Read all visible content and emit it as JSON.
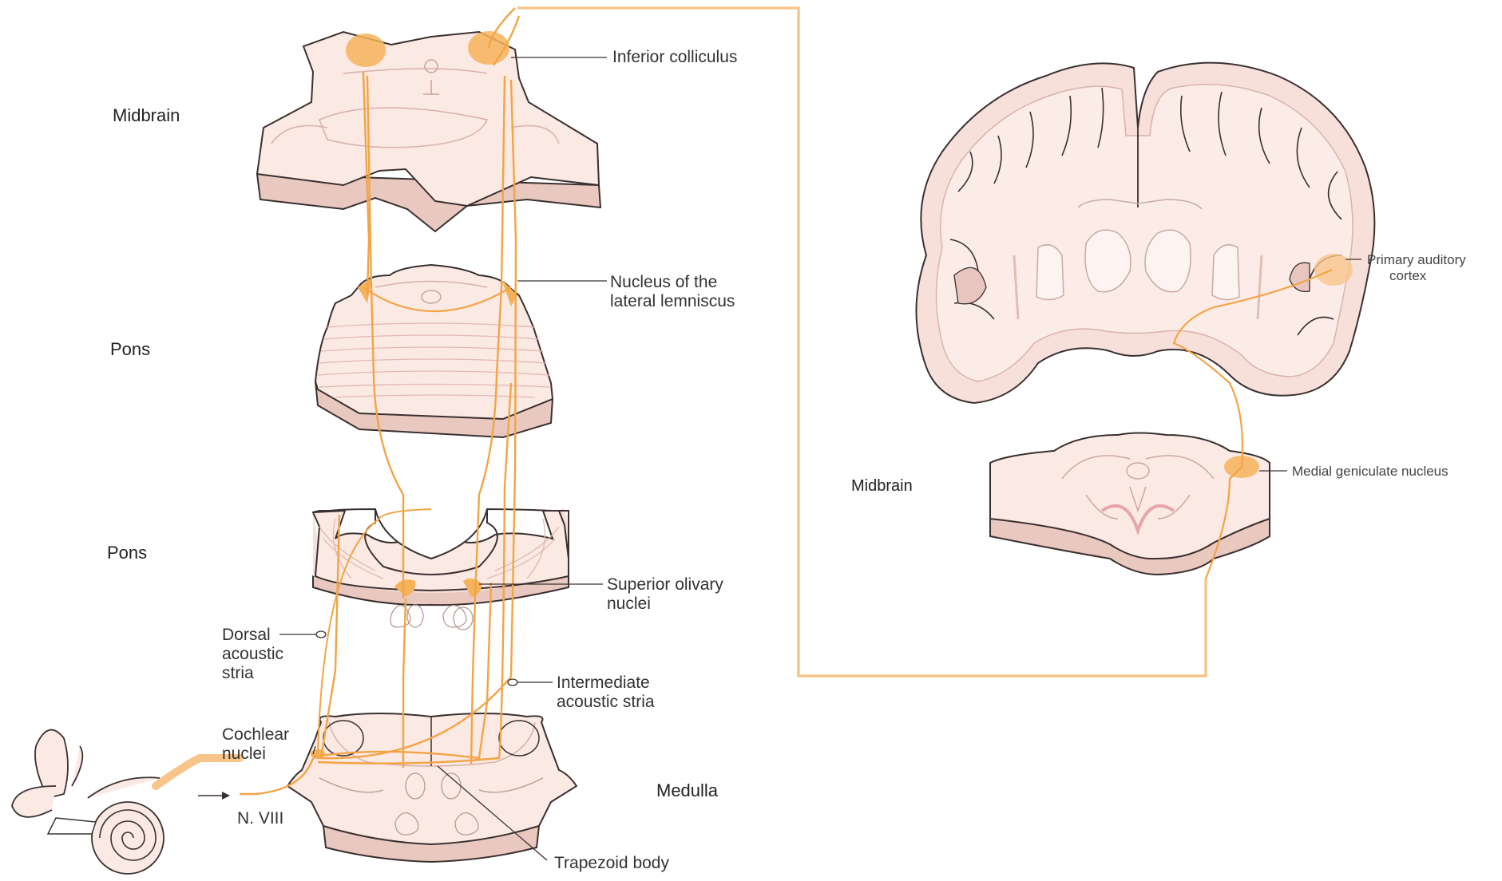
{
  "colors": {
    "pathway": "#f3a445",
    "pathway_light": "#f7c58a",
    "tissue": "#fbe9e4",
    "tissue_dark": "#f3d3cb",
    "nucleus": "#f4b35a",
    "outline": "#3a3030"
  },
  "regions": {
    "midbrain_top": "Midbrain",
    "pons_upper": "Pons",
    "pons_lower": "Pons",
    "medulla": "Medulla",
    "midbrain_right": "Midbrain"
  },
  "structures": {
    "inferior_colliculus": "Inferior colliculus",
    "lateral_lemniscus": [
      "Nucleus of the",
      "lateral lemniscus"
    ],
    "superior_olivary": [
      "Superior olivary",
      "nuclei"
    ],
    "dorsal_acoustic_stria": [
      "Dorsal",
      "acoustic",
      "stria"
    ],
    "intermediate_acoustic_stria": [
      "Intermediate",
      "acoustic stria"
    ],
    "cochlear_nuclei": [
      "Cochlear",
      "nuclei"
    ],
    "n_viii": "N. VIII",
    "trapezoid_body": "Trapezoid body",
    "primary_auditory_cortex": [
      "Primary auditory",
      "cortex"
    ],
    "medial_geniculate": "Medial geniculate nucleus"
  }
}
